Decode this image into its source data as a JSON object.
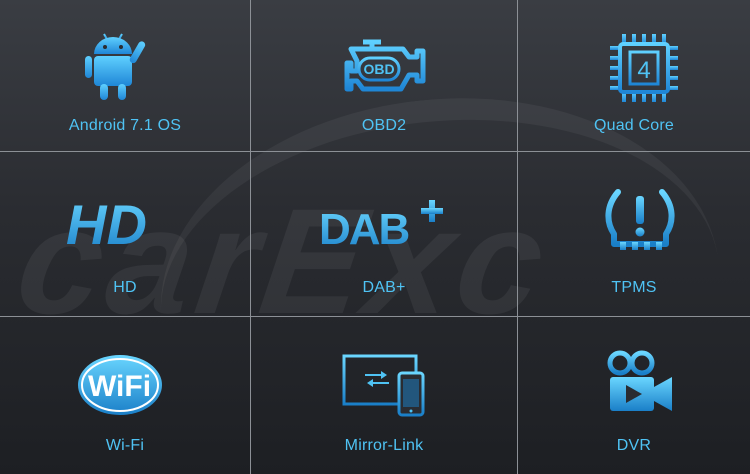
{
  "watermark": "carExc",
  "features": [
    {
      "label": "Android 7.1 OS",
      "icon": "android-icon"
    },
    {
      "label": "OBD2",
      "icon": "obd-engine-icon",
      "icon_text": "OBD"
    },
    {
      "label": "Quad Core",
      "icon": "cpu-chip-icon",
      "icon_text": "4"
    },
    {
      "label": "HD",
      "icon": "hd-icon",
      "icon_text": "HD"
    },
    {
      "label": "DAB+",
      "icon": "dab-icon",
      "icon_text": "DAB"
    },
    {
      "label": "TPMS",
      "icon": "tire-pressure-icon"
    },
    {
      "label": "Wi-Fi",
      "icon": "wifi-icon",
      "icon_text": "WiFi"
    },
    {
      "label": "Mirror-Link",
      "icon": "mirror-link-icon"
    },
    {
      "label": "DVR",
      "icon": "dvr-camera-icon"
    }
  ],
  "colors": {
    "accent": "#3cb4ee",
    "accent_dark": "#1a7fc8",
    "line": "#8c9096"
  }
}
